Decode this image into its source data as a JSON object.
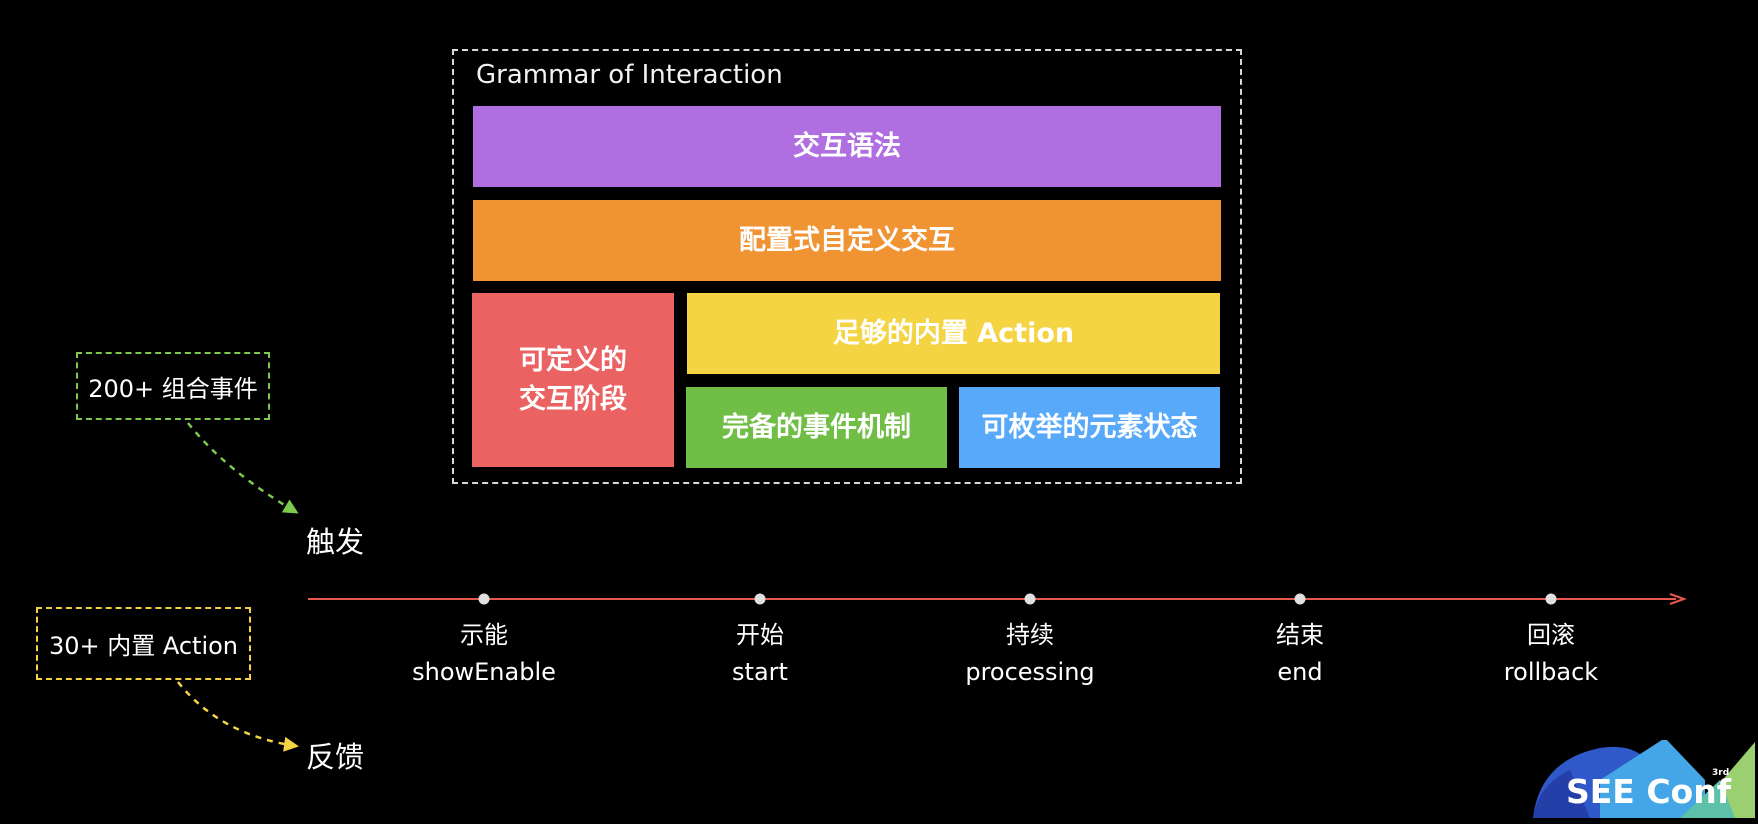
{
  "frame": {
    "title": "Grammar of Interaction",
    "blocks": {
      "purple": "交互语法",
      "orange": "配置式自定义交互",
      "red": "可定义的\n交互阶段",
      "yellow": "足够的内置 Action",
      "green": "完备的事件机制",
      "blue": "可枚举的元素状态"
    }
  },
  "tags": {
    "events": "200+ 组合事件",
    "actions": "30+ 内置 Action"
  },
  "labels": {
    "trigger": "触发",
    "feedback": "反馈"
  },
  "timeline": {
    "stages": [
      {
        "cn": "示能",
        "en": "showEnable"
      },
      {
        "cn": "开始",
        "en": "start"
      },
      {
        "cn": "持续",
        "en": "processing"
      },
      {
        "cn": "结束",
        "en": "end"
      },
      {
        "cn": "回滚",
        "en": "rollback"
      }
    ]
  },
  "logo": {
    "text": "SEE Conf",
    "sup": "3rd"
  },
  "colors": {
    "purple": "#b06fe0",
    "orange": "#f09333",
    "red": "#ea6262",
    "yellow": "#f4d442",
    "green": "#71be47",
    "blue": "#58a9f9",
    "timeline": "#e8584e"
  }
}
